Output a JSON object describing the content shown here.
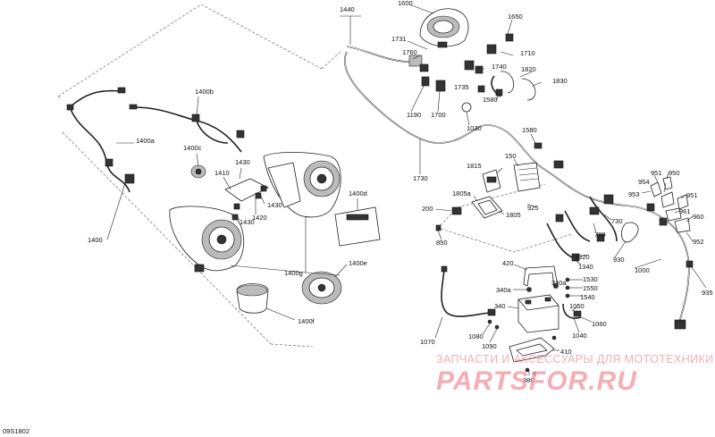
{
  "diagram": {
    "labels": [
      {
        "id": "1440",
        "text": "1440"
      },
      {
        "id": "1600",
        "text": "1600"
      },
      {
        "id": "1650",
        "text": "1650"
      },
      {
        "id": "1731",
        "text": "1731"
      },
      {
        "id": "1760",
        "text": "1760"
      },
      {
        "id": "1710",
        "text": "1710"
      },
      {
        "id": "1740",
        "text": "1740"
      },
      {
        "id": "1820",
        "text": "1820"
      },
      {
        "id": "1830",
        "text": "1830"
      },
      {
        "id": "1735",
        "text": "1735"
      },
      {
        "id": "1580a",
        "text": "1580"
      },
      {
        "id": "1190",
        "text": "1190"
      },
      {
        "id": "1700",
        "text": "1700"
      },
      {
        "id": "1030",
        "text": "1030"
      },
      {
        "id": "1580b",
        "text": "1580"
      },
      {
        "id": "1400b",
        "text": "1400b"
      },
      {
        "id": "1400a",
        "text": "1400a"
      },
      {
        "id": "1400c",
        "text": "1400c"
      },
      {
        "id": "1430a",
        "text": "1430"
      },
      {
        "id": "1410",
        "text": "1410"
      },
      {
        "id": "1430b",
        "text": "1430"
      },
      {
        "id": "1430c",
        "text": "1430"
      },
      {
        "id": "1420",
        "text": "1420"
      },
      {
        "id": "1730",
        "text": "1730"
      },
      {
        "id": "1815",
        "text": "1815"
      },
      {
        "id": "150",
        "text": "150"
      },
      {
        "id": "1805a",
        "text": "1805a"
      },
      {
        "id": "1805",
        "text": "1805"
      },
      {
        "id": "925",
        "text": "925"
      },
      {
        "id": "200",
        "text": "200"
      },
      {
        "id": "850",
        "text": "850"
      },
      {
        "id": "1400d",
        "text": "1400d"
      },
      {
        "id": "1400",
        "text": "1400"
      },
      {
        "id": "1400g",
        "text": "1400g"
      },
      {
        "id": "1400e",
        "text": "1400e"
      },
      {
        "id": "1400f",
        "text": "1400f"
      },
      {
        "id": "951a",
        "text": "951"
      },
      {
        "id": "950",
        "text": "950"
      },
      {
        "id": "954",
        "text": "954"
      },
      {
        "id": "951b",
        "text": "951"
      },
      {
        "id": "953",
        "text": "953"
      },
      {
        "id": "961",
        "text": "961"
      },
      {
        "id": "960",
        "text": "960"
      },
      {
        "id": "952",
        "text": "952"
      },
      {
        "id": "730",
        "text": "730"
      },
      {
        "id": "720",
        "text": "720"
      },
      {
        "id": "1320",
        "text": "1320"
      },
      {
        "id": "1340",
        "text": "1340"
      },
      {
        "id": "930",
        "text": "930"
      },
      {
        "id": "1000",
        "text": "1000"
      },
      {
        "id": "935",
        "text": "935"
      },
      {
        "id": "420",
        "text": "420"
      },
      {
        "id": "340a1",
        "text": "340a"
      },
      {
        "id": "340a2",
        "text": "340a"
      },
      {
        "id": "1530",
        "text": "1530"
      },
      {
        "id": "1550",
        "text": "1550"
      },
      {
        "id": "1540",
        "text": "1540"
      },
      {
        "id": "340",
        "text": "340"
      },
      {
        "id": "1050",
        "text": "1050"
      },
      {
        "id": "1060",
        "text": "1060"
      },
      {
        "id": "1040",
        "text": "1040"
      },
      {
        "id": "1070",
        "text": "1070"
      },
      {
        "id": "1080",
        "text": "1080"
      },
      {
        "id": "1090",
        "text": "1090"
      },
      {
        "id": "410",
        "text": "410"
      },
      {
        "id": "380",
        "text": "380"
      }
    ],
    "drawing_code": "09S1802"
  },
  "watermark": {
    "line1": "ЗАПЧАСТИ И АКСЕССУАРЫ ДЛЯ МОТОТЕХНИКИ",
    "line2": "PARTSFOR.RU"
  }
}
